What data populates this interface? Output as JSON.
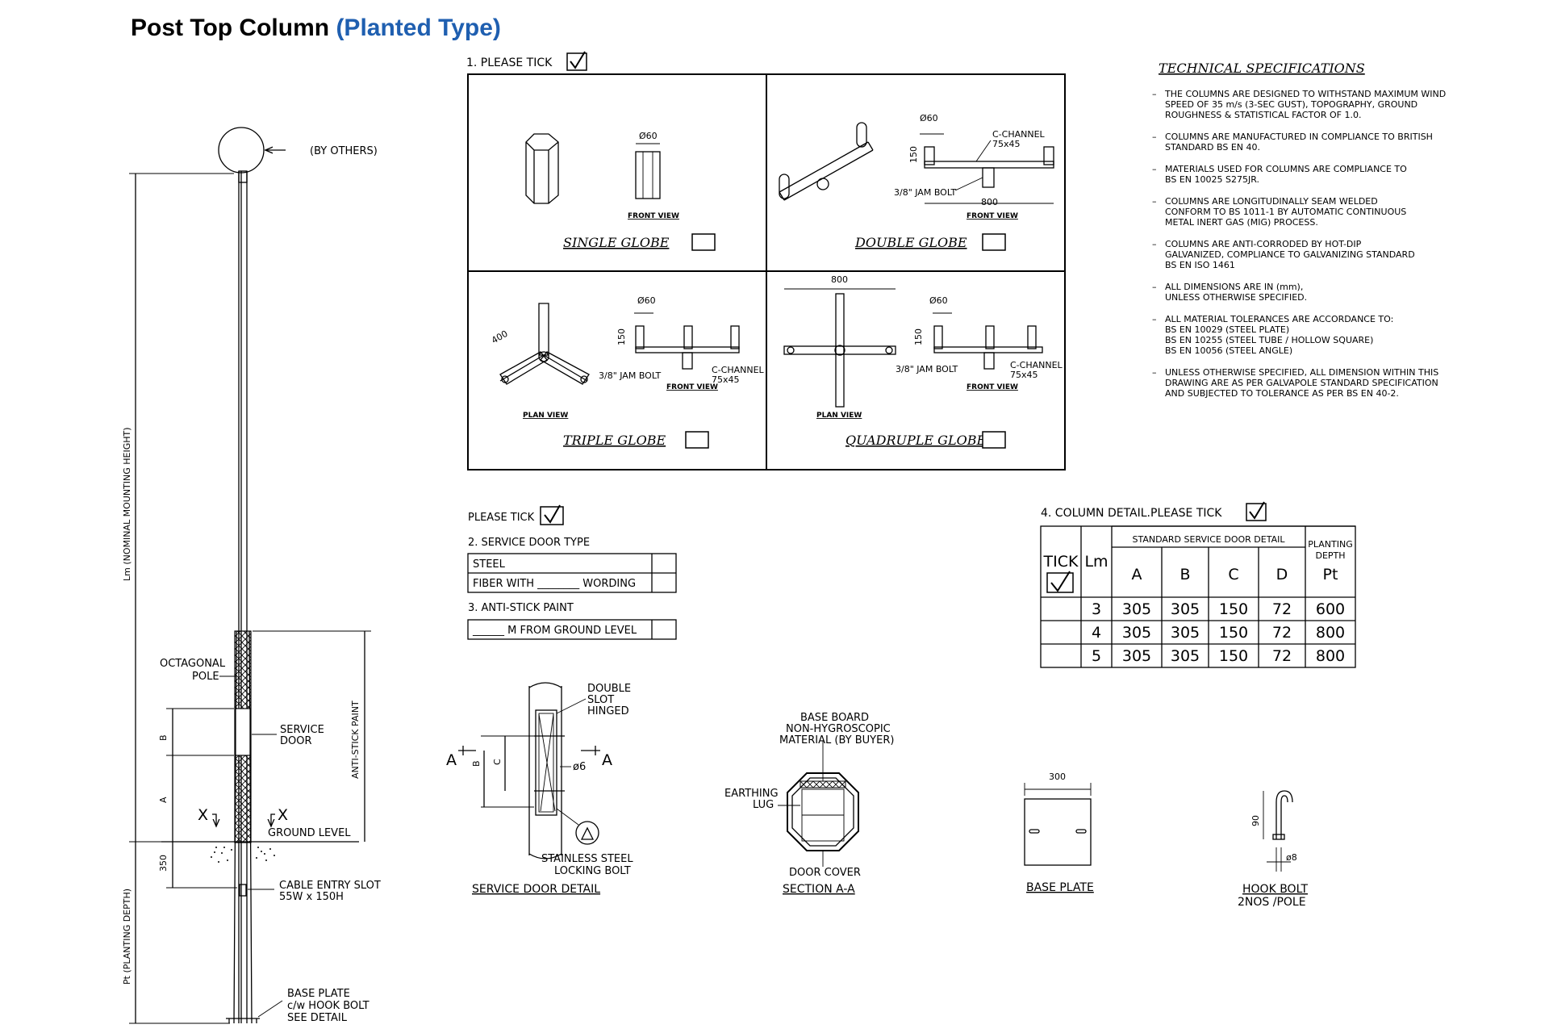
{
  "title": {
    "main": "Post Top Column",
    "accent": "(Planted Type)"
  },
  "colors": {
    "accent": "#1f5fb0",
    "line": "#000000"
  },
  "elevation": {
    "by_others": "(BY OTHERS)",
    "lm_label": "Lm (NOMINAL MOUNTING HEIGHT)",
    "pt_label": "Pt (PLANTING DEPTH)",
    "anti_stick": "ANTI-STICK PAINT",
    "octagonal_pole": [
      "OCTAGONAL",
      "POLE"
    ],
    "service_door": [
      "SERVICE",
      "DOOR"
    ],
    "dim_b": "B",
    "dim_a": "A",
    "section_x1": "X",
    "section_x2": "X",
    "ground_level": "GROUND LEVEL",
    "dim_350": "350",
    "cable_entry": [
      "CABLE ENTRY SLOT",
      "55W x 150H"
    ],
    "base_plate_note": [
      "BASE PLATE",
      "c/w HOOK BOLT",
      "SEE DETAIL"
    ]
  },
  "globe_section": {
    "heading": "1. PLEASE TICK",
    "cells": [
      {
        "name": "SINGLE GLOBE",
        "dim": "Ø60",
        "view": "FRONT VIEW"
      },
      {
        "name": "DOUBLE GLOBE",
        "dim": "Ø60",
        "dim2": "150",
        "channel": [
          "C-CHANNEL",
          "75x45"
        ],
        "bolt": "3/8\" JAM BOLT",
        "width": "800",
        "view": "FRONT VIEW"
      },
      {
        "name": "TRIPLE GLOBE",
        "dim": "Ø60",
        "dim2": "150",
        "arm": "400",
        "channel": [
          "C-CHANNEL",
          "75x45"
        ],
        "bolt": "3/8\" JAM BOLT",
        "view": "FRONT VIEW",
        "plan": "PLAN VIEW"
      },
      {
        "name": "QUADRUPLE GLOBE",
        "dim": "Ø60",
        "dim2": "150",
        "width": "800",
        "channel": [
          "C-CHANNEL",
          "75x45"
        ],
        "bolt": "3/8\" JAM BOLT",
        "view": "FRONT VIEW",
        "plan": "PLAN VIEW"
      }
    ]
  },
  "specs": {
    "heading": "TECHNICAL SPECIFICATIONS",
    "items": [
      [
        "THE COLUMNS ARE DESIGNED TO WITHSTAND MAXIMUM WIND",
        "SPEED OF 35 m/s (3-SEC GUST), TOPOGRAPHY, GROUND",
        "ROUGHNESS & STATISTICAL FACTOR OF 1.0."
      ],
      [
        "COLUMNS ARE MANUFACTURED IN COMPLIANCE TO BRITISH",
        "STANDARD BS EN 40."
      ],
      [
        "MATERIALS USED FOR COLUMNS ARE COMPLIANCE TO",
        "BS EN 10025 S275JR."
      ],
      [
        "COLUMNS ARE LONGITUDINALLY SEAM WELDED",
        "CONFORM TO BS 1011-1 BY AUTOMATIC CONTINUOUS",
        "METAL INERT GAS (MIG) PROCESS."
      ],
      [
        "COLUMNS ARE ANTI-CORRODED BY HOT-DIP",
        "GALVANIZED, COMPLIANCE TO GALVANIZING STANDARD",
        "BS EN ISO 1461"
      ],
      [
        "ALL DIMENSIONS ARE IN (mm),",
        "UNLESS OTHERWISE SPECIFIED."
      ],
      [
        "ALL MATERIAL TOLERANCES ARE ACCORDANCE TO:",
        "BS EN 10029 (STEEL PLATE)",
        "BS EN 10255 (STEEL TUBE / HOLLOW SQUARE)",
        "BS EN 10056 (STEEL ANGLE)"
      ],
      [
        "UNLESS OTHERWISE SPECIFIED, ALL DIMENSION WITHIN THIS",
        "DRAWING ARE AS PER GALVAPOLE STANDARD SPECIFICATION",
        "AND SUBJECTED TO TOLERANCE AS PER BS EN 40-2."
      ]
    ]
  },
  "options": {
    "please_tick": "PLEASE TICK",
    "door_heading": "2. SERVICE DOOR TYPE",
    "door_rows": [
      "STEEL",
      "FIBER WITH ________ WORDING"
    ],
    "paint_heading": "3. ANTI-STICK PAINT",
    "paint_row": "______ M FROM GROUND LEVEL"
  },
  "column_detail": {
    "heading": "4. COLUMN DETAIL.PLEASE TICK",
    "group_header": "STANDARD SERVICE DOOR DETAIL",
    "headers": {
      "tick": "TICK",
      "lm": "Lm",
      "a": "A",
      "b": "B",
      "c": "C",
      "d": "D",
      "depth": [
        "PLANTING",
        "DEPTH"
      ],
      "pt": "Pt"
    },
    "rows": [
      [
        "3",
        "305",
        "305",
        "150",
        "72",
        "600"
      ],
      [
        "4",
        "305",
        "305",
        "150",
        "72",
        "800"
      ],
      [
        "5",
        "305",
        "305",
        "150",
        "72",
        "800"
      ]
    ]
  },
  "service_door_detail": {
    "title": "SERVICE DOOR DETAIL",
    "hinge": [
      "DOUBLE",
      "SLOT",
      "HINGED"
    ],
    "dia": "ø6",
    "dim_b": "B",
    "dim_c": "C",
    "sec_a": "A",
    "bolt": [
      "STAINLESS STEEL",
      "LOCKING BOLT"
    ]
  },
  "section_aa": {
    "title": "SECTION A-A",
    "board": [
      "BASE BOARD",
      "NON-HYGROSCOPIC",
      "MATERIAL (BY BUYER)"
    ],
    "lug": [
      "EARTHING",
      "LUG"
    ],
    "cover": "DOOR COVER"
  },
  "base_plate": {
    "title": "BASE PLATE",
    "dim": "300"
  },
  "hook_bolt": {
    "title": [
      "HOOK BOLT",
      "2NOS /POLE"
    ],
    "dim_h": "90",
    "dim_d": "ø8"
  }
}
